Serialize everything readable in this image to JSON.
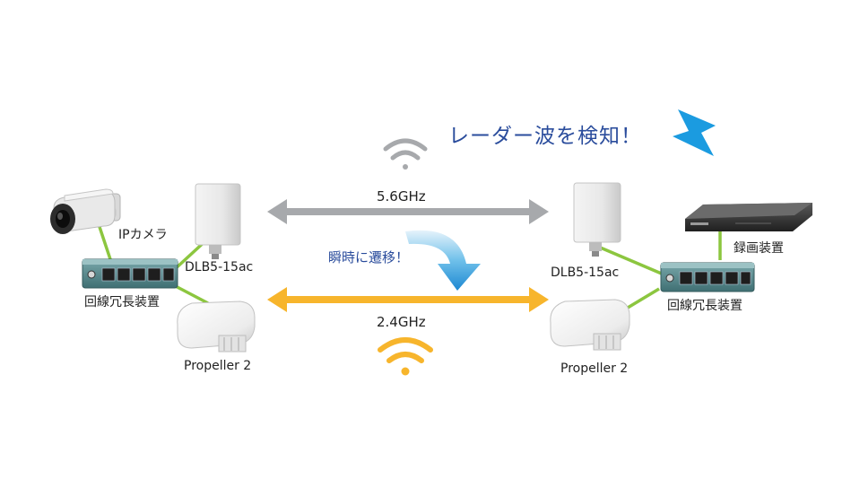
{
  "headline": "レーダー波を検知！",
  "switch_note": "瞬時に遷移！",
  "bands": {
    "high": "5.6GHz",
    "low": "2.4GHz"
  },
  "left": {
    "camera": "IPカメラ",
    "ap": "DLB5-15ac",
    "switch": "回線冗長装置",
    "propeller": "Propeller 2"
  },
  "right": {
    "recorder": "録画装置",
    "ap": "DLB5-15ac",
    "switch": "回線冗長装置",
    "propeller": "Propeller 2"
  },
  "colors": {
    "link": "#8cc63f",
    "band_high": "#a7a9ac",
    "band_low": "#f7b52c",
    "wifi_low": "#f7b52c",
    "wifi_high": "#a7a9ac",
    "switch_arrow": "#2a8fd8",
    "lightning": "#1b9be0",
    "text_blue": "#2a4c9c"
  },
  "icons": [
    "wifi-icon",
    "lightning-icon",
    "ip-camera-icon",
    "access-point-icon",
    "switch-icon",
    "propeller-antenna-icon",
    "recorder-icon"
  ]
}
